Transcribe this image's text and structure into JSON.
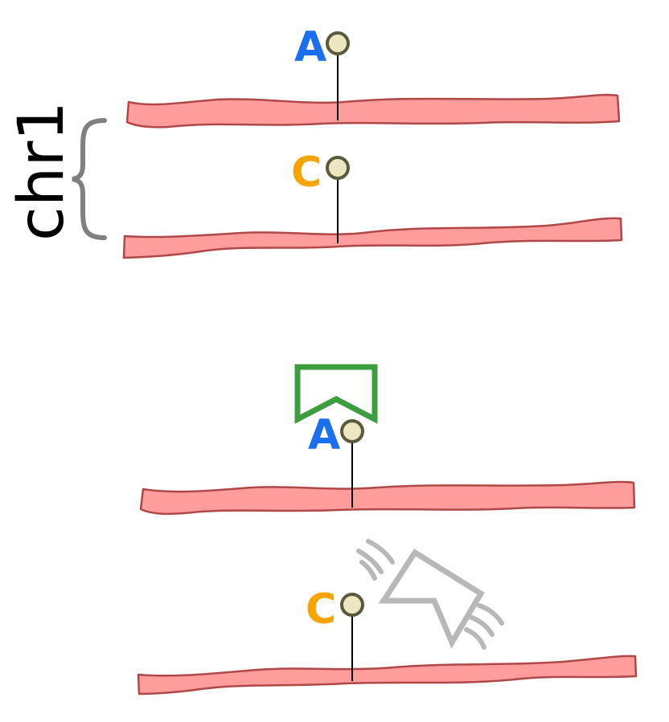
{
  "diagram": {
    "chromosome_label": "chr1",
    "colors": {
      "strand_fill": "#ff9c9c",
      "strand_stroke": "#b04848",
      "allele_a": "#1a6ff0",
      "allele_c": "#f7a400",
      "snp_marker_fill": "#ede6c3",
      "snp_marker_stroke": "#5a5a3c",
      "bracket": "#808080",
      "selected_marker": "#3d9e3d",
      "ghost_marker": "#b8b8b8"
    },
    "top_pair": {
      "upper_allele": "A",
      "lower_allele": "C"
    },
    "bottom_pair": {
      "upper_allele": "A",
      "lower_allele": "C",
      "upper_marker": "selected-arrow-icon",
      "lower_marker": "moving-arrow-icon"
    }
  }
}
